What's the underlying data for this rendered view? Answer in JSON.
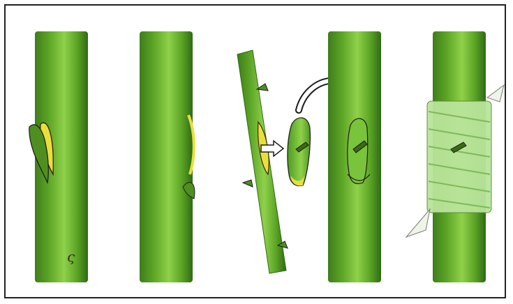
{
  "figure": {
    "signature_mark": "ς",
    "colors": {
      "bark_dark": "#3f7d1c",
      "bark_mid": "#5aa324",
      "bark_light": "#8fd14a",
      "cambium": "#e9df3c",
      "tape": "#b9e59a",
      "arrow": "#ffffff",
      "outline": "#1a1a1a"
    },
    "stages": [
      "cut-flap",
      "flap-closed",
      "bud-removal",
      "bud-insertion",
      "tape-wrapping"
    ]
  }
}
